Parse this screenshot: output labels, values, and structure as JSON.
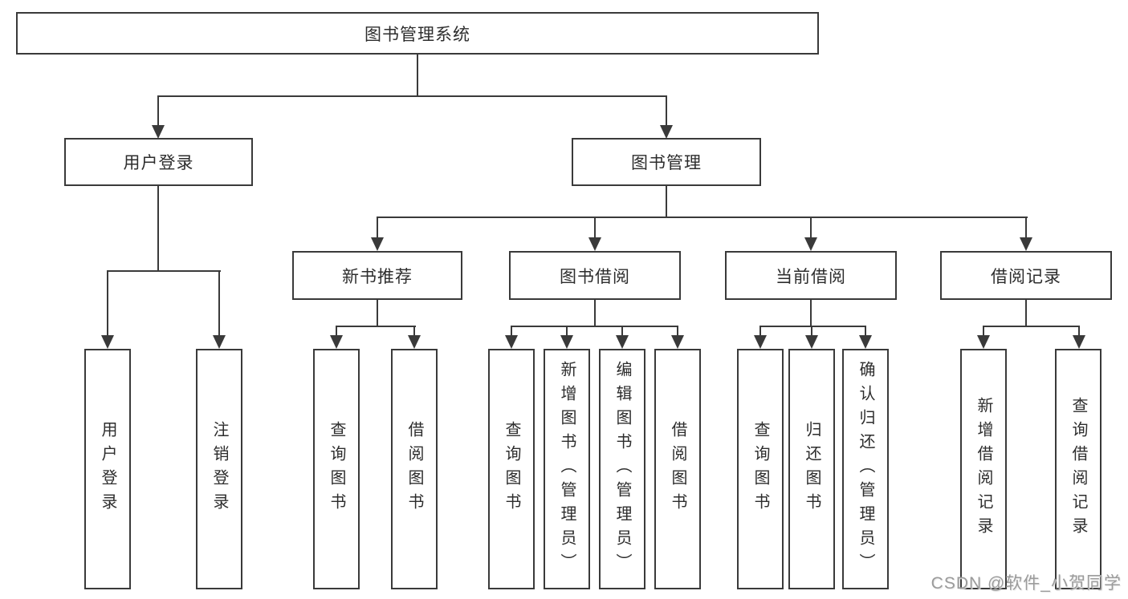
{
  "watermark": "CSDN @软件_小贺同学",
  "colors": {
    "line": "#3a3a3a",
    "text": "#2d2d2d",
    "box_background": "#ffffff",
    "watermark": "#9b9b9b"
  },
  "tree": {
    "root": {
      "label": "图书管理系统"
    },
    "branches": [
      {
        "label": "用户登录",
        "leaves": [
          "用户登录",
          "注销登录"
        ]
      },
      {
        "label": "图书管理",
        "children": [
          {
            "label": "新书推荐",
            "leaves": [
              "查询图书",
              "借阅图书"
            ]
          },
          {
            "label": "图书借阅",
            "leaves": [
              "查询图书",
              "新增图书（管理员）",
              "编辑图书（管理员）",
              "借阅图书"
            ]
          },
          {
            "label": "当前借阅",
            "leaves": [
              "查询图书",
              "归还图书",
              "确认归还（管理员）"
            ]
          },
          {
            "label": "借阅记录",
            "leaves": [
              "新增借阅记录",
              "查询借阅记录"
            ]
          }
        ]
      }
    ]
  }
}
